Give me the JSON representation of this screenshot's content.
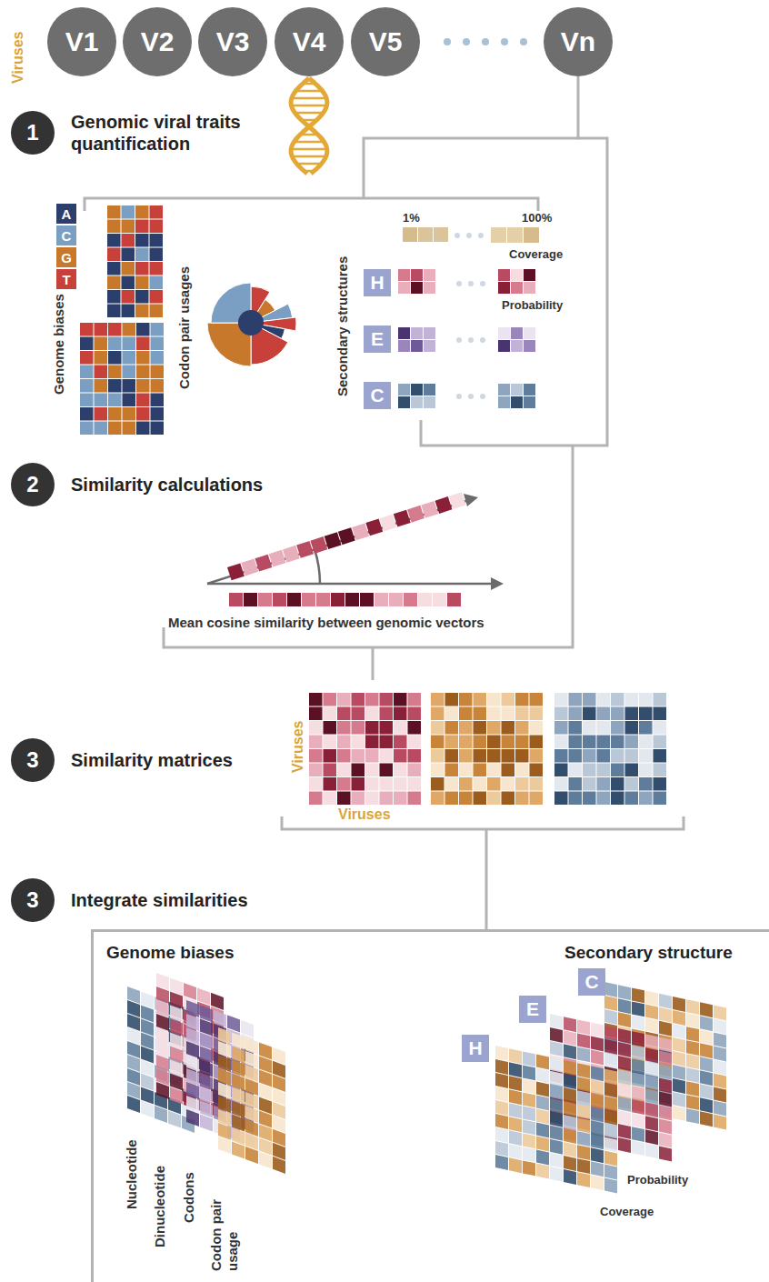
{
  "diagram": {
    "nodes": [
      {
        "text": [
          "V1"
        ]
      },
      {
        "text": [
          "V2"
        ]
      },
      {
        "text": [
          "V3"
        ]
      },
      {
        "text": [
          "V4"
        ]
      },
      {
        "text": [
          "V5"
        ]
      },
      {
        "text": [
          "Vn"
        ]
      },
      {
        "text": [
          "1",
          "Genomic viral traits quantification"
        ]
      },
      {
        "text": [
          "A"
        ]
      },
      {
        "text": [
          "C"
        ]
      },
      {
        "text": [
          "G"
        ]
      },
      {
        "text": [
          "T"
        ]
      },
      {
        "text": [
          "H"
        ]
      },
      {
        "text": [
          "E"
        ]
      },
      {
        "text": [
          "C"
        ]
      },
      {
        "text": [
          "2",
          "Similarity calculations"
        ]
      },
      {
        "text": [
          "3",
          "Similarity matrices"
        ]
      },
      {
        "text": [
          "3",
          "Integrate similarities"
        ]
      },
      {
        "text": [
          "Genome biases",
          "Secondary structure"
        ]
      },
      {
        "text": [
          "H"
        ],
        "in": 17
      },
      {
        "text": [
          "E"
        ],
        "in": 17
      },
      {
        "text": [
          "C"
        ],
        "in": 17
      }
    ],
    "labels": [
      "Viruses",
      "Genome biases",
      "Codon pair usages",
      "Secondary structures",
      "1%",
      "100%",
      "Coverage",
      "Probability",
      "Mean cosine similarity between genomic vectors",
      "Viruses",
      "Viruses",
      "Nucleotide",
      "Dinucleotide",
      "Codons",
      "Codon pair usage",
      "Probability",
      "Coverage"
    ]
  }
}
